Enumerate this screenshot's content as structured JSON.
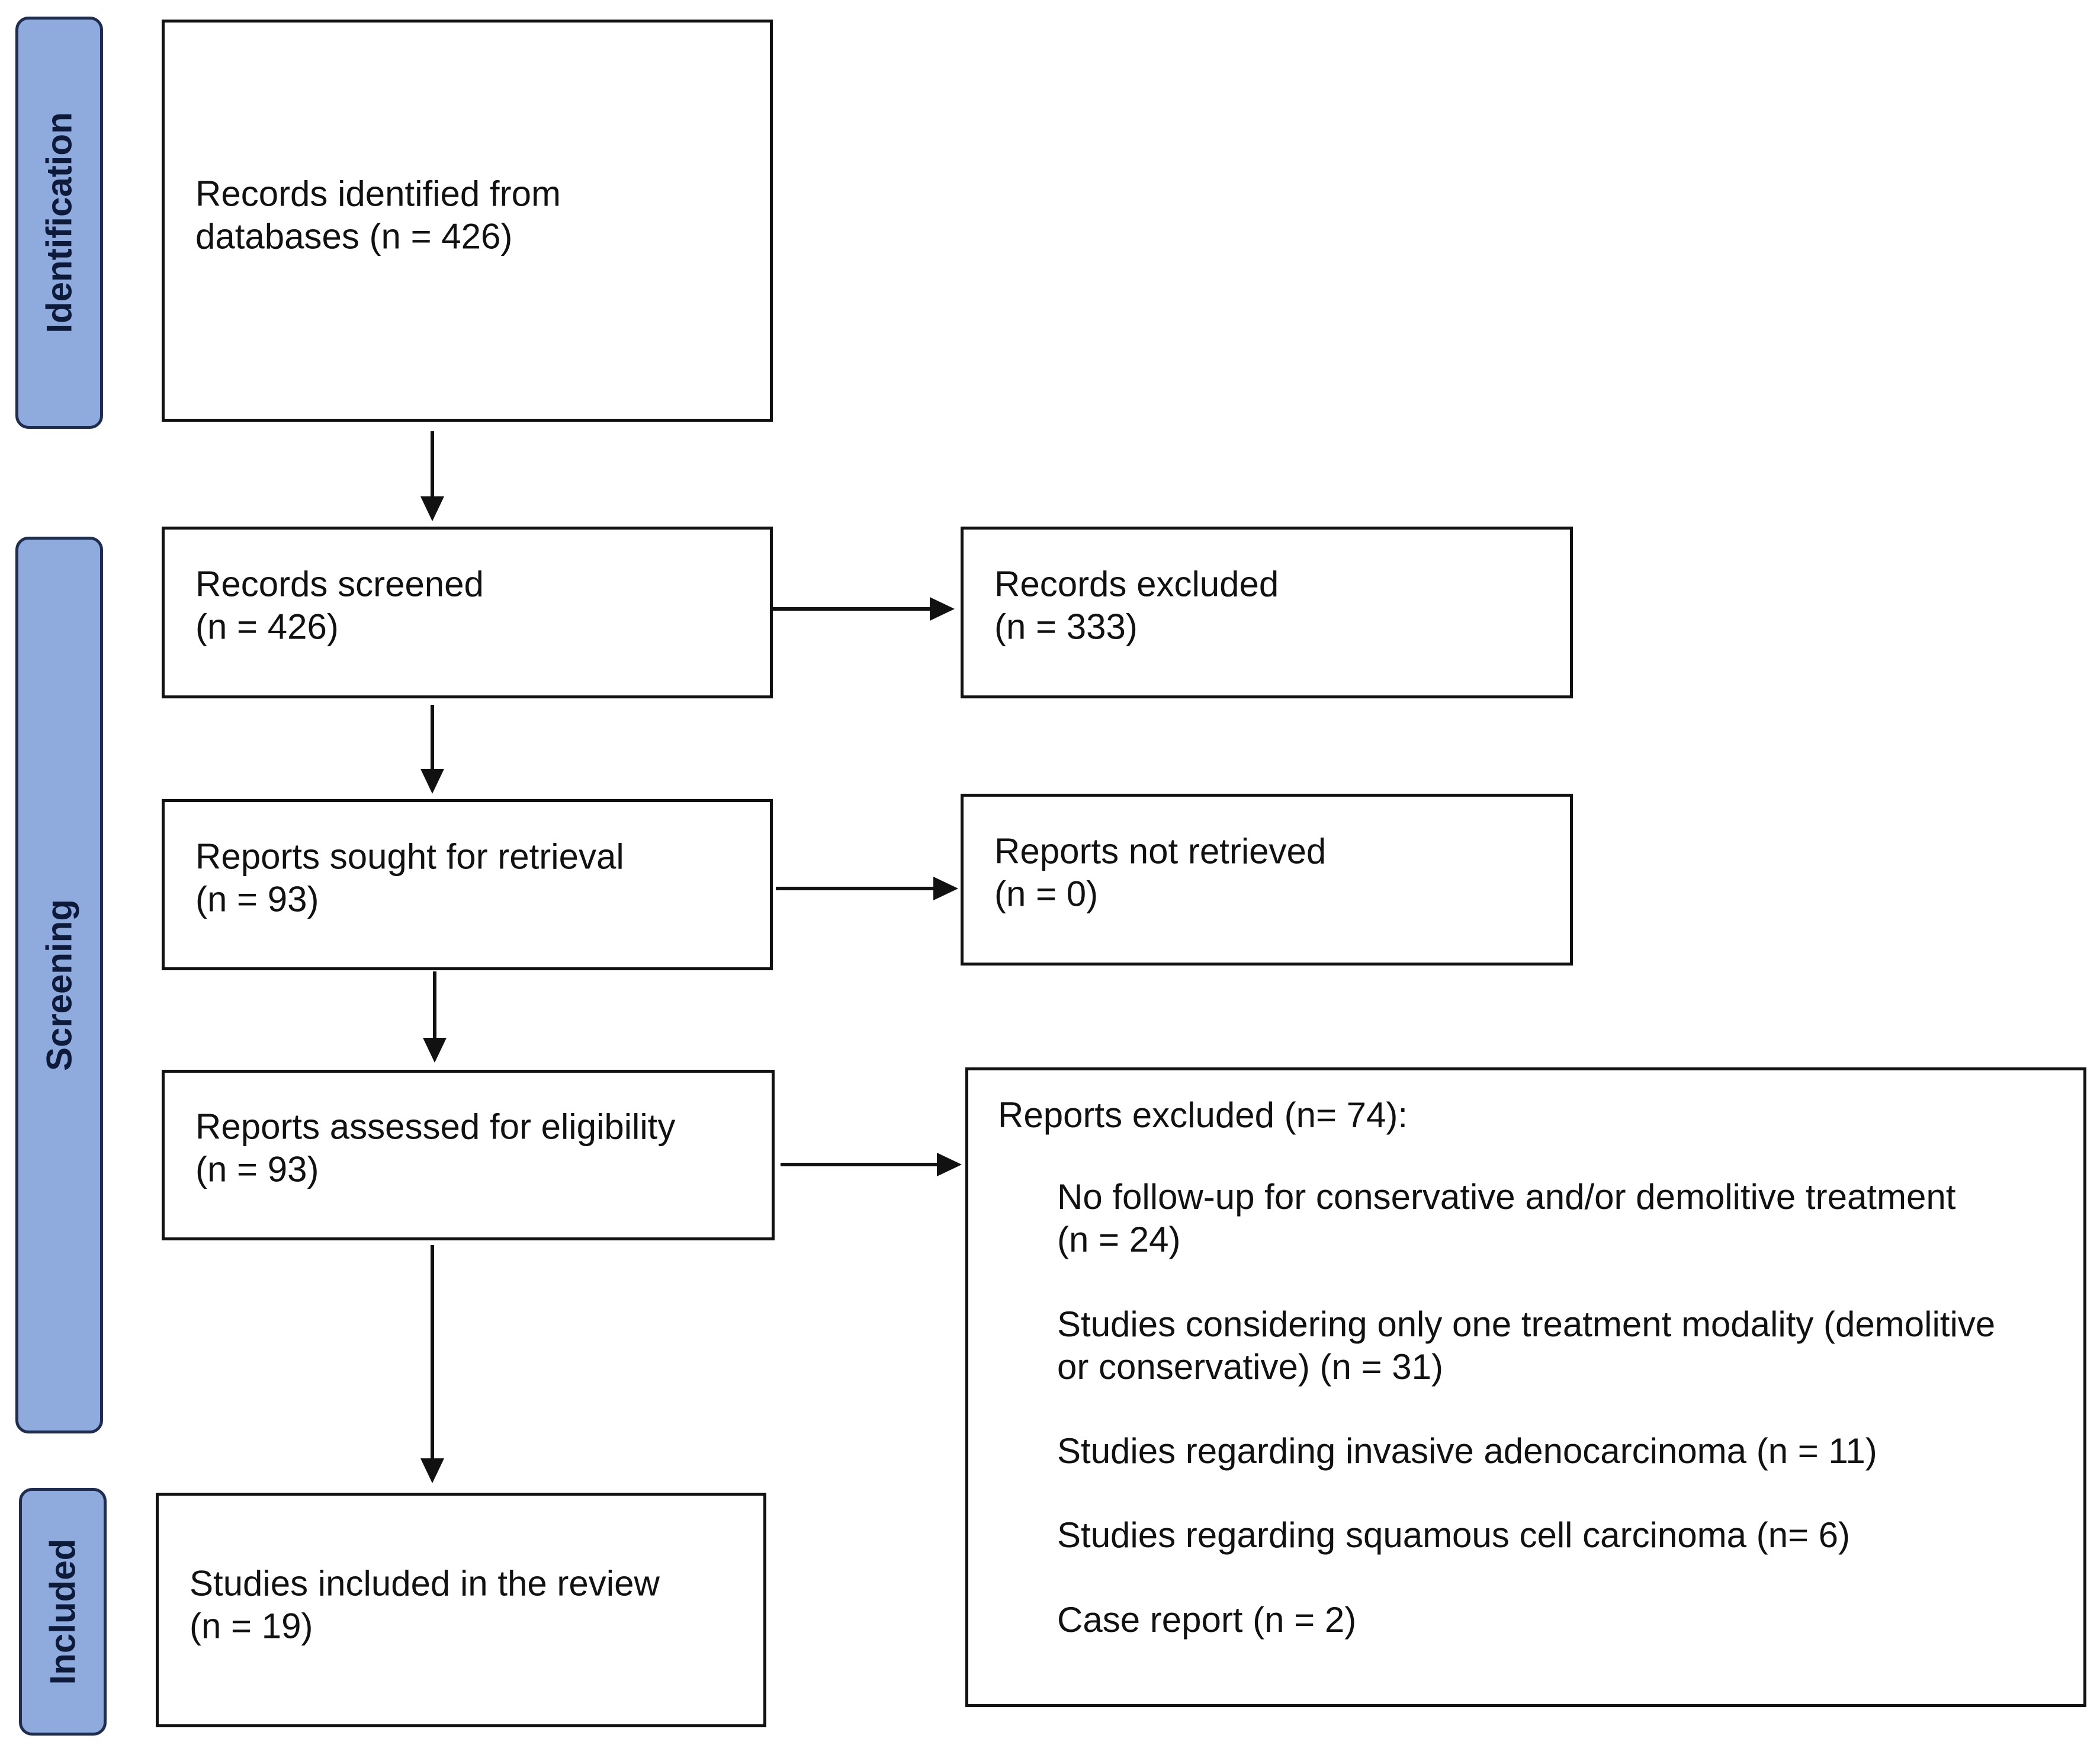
{
  "phases": {
    "identification": "Identification",
    "screening": "Screening",
    "included": "Included"
  },
  "boxes": {
    "identified": {
      "line1": "Records identified from",
      "line2": "databases (n = 426)"
    },
    "screened": {
      "line1": "Records screened",
      "line2": "(n = 426)"
    },
    "excluded": {
      "line1": "Records excluded",
      "line2": "(n = 333)"
    },
    "sought": {
      "line1": "Reports sought for retrieval",
      "line2": "(n = 93)"
    },
    "not_retrieved": {
      "line1": "Reports not retrieved",
      "line2": "(n = 0)"
    },
    "assessed": {
      "line1": "Reports assessed for eligibility",
      "line2": "(n = 93)"
    },
    "included": {
      "line1": "Studies included in the review",
      "line2": "(n = 19)"
    }
  },
  "reports_excluded": {
    "title": "Reports excluded (n= 74):",
    "items": [
      {
        "line1": "No follow-up for conservative and/or demolitive treatment",
        "line2": "(n = 24)"
      },
      {
        "line1": "Studies considering only one treatment modality (demolitive",
        "line2": "or conservative) (n = 31)"
      },
      {
        "line1": "Studies regarding invasive adenocarcinoma (n = 11)",
        "line2": ""
      },
      {
        "line1": "Studies regarding squamous cell carcinoma (n= 6)",
        "line2": ""
      },
      {
        "line1": "Case report (n = 2)",
        "line2": ""
      }
    ]
  }
}
